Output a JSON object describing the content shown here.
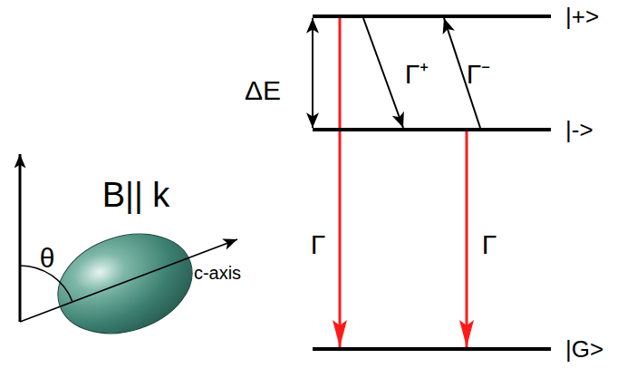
{
  "diagram": {
    "nodes": [
      {
        "text": [
          "|+>"
        ]
      },
      {
        "text": [
          "|->"
        ]
      },
      {
        "text": [
          "|G>"
        ]
      }
    ],
    "edges": [
      {
        "from": 0,
        "to": 1,
        "arrow": "both",
        "label": "ΔE"
      },
      {
        "from": 0,
        "to": 1,
        "arrow": "to",
        "label": "Γ⁺"
      },
      {
        "from": 1,
        "to": 0,
        "arrow": "to",
        "label": "Γ⁻"
      },
      {
        "from": 0,
        "to": 2,
        "arrow": "to",
        "label": "Γ"
      },
      {
        "from": 1,
        "to": 2,
        "arrow": "to",
        "label": "Γ"
      }
    ],
    "labels": [
      "B|| k",
      "θ",
      "c-axis"
    ]
  }
}
